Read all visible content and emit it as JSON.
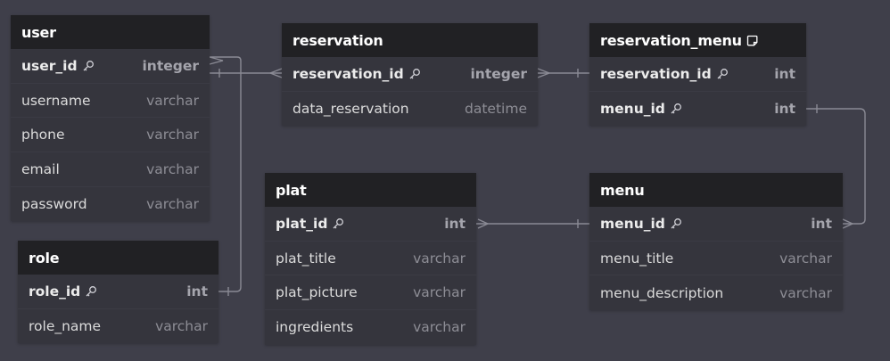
{
  "tables": {
    "user": {
      "name": "user",
      "fields": [
        {
          "name": "user_id",
          "type": "integer",
          "pk": true
        },
        {
          "name": "username",
          "type": "varchar"
        },
        {
          "name": "phone",
          "type": "varchar"
        },
        {
          "name": "email",
          "type": "varchar"
        },
        {
          "name": "password",
          "type": "varchar"
        }
      ]
    },
    "role": {
      "name": "role",
      "fields": [
        {
          "name": "role_id",
          "type": "int",
          "pk": true
        },
        {
          "name": "role_name",
          "type": "varchar"
        }
      ]
    },
    "reservation": {
      "name": "reservation",
      "fields": [
        {
          "name": "reservation_id",
          "type": "integer",
          "pk": true
        },
        {
          "name": "data_reservation",
          "type": "datetime"
        }
      ]
    },
    "reservation_menu": {
      "name": "reservation_menu",
      "has_note_icon": true,
      "fields": [
        {
          "name": "reservation_id",
          "type": "int",
          "pk": true
        },
        {
          "name": "menu_id",
          "type": "int",
          "pk": true
        }
      ]
    },
    "plat": {
      "name": "plat",
      "fields": [
        {
          "name": "plat_id",
          "type": "int",
          "pk": true
        },
        {
          "name": "plat_title",
          "type": "varchar"
        },
        {
          "name": "plat_picture",
          "type": "varchar"
        },
        {
          "name": "ingredients",
          "type": "varchar"
        }
      ]
    },
    "menu": {
      "name": "menu",
      "fields": [
        {
          "name": "menu_id",
          "type": "int",
          "pk": true
        },
        {
          "name": "menu_title",
          "type": "varchar"
        },
        {
          "name": "menu_description",
          "type": "varchar"
        }
      ]
    }
  },
  "relationships": [
    {
      "from": "user.user_id",
      "to": "role.role_id",
      "from_end": "many",
      "to_end": "one"
    },
    {
      "from": "user.user_id",
      "to": "reservation.reservation_id",
      "from_end": "one",
      "to_end": "many"
    },
    {
      "from": "reservation.reservation_id",
      "to": "reservation_menu.reservation_id",
      "from_end": "many",
      "to_end": "one"
    },
    {
      "from": "reservation_menu.menu_id",
      "to": "menu.menu_id",
      "from_end": "one",
      "to_end": "many"
    },
    {
      "from": "plat.plat_id",
      "to": "menu.menu_id",
      "from_end": "many",
      "to_end": "one"
    }
  ],
  "colors": {
    "canvas": "#3f3f4a",
    "header": "#212124",
    "body": "#35353d",
    "connector": "#8a8a94"
  },
  "icons": {
    "primary_key": "key-icon",
    "table_note": "note-icon"
  }
}
